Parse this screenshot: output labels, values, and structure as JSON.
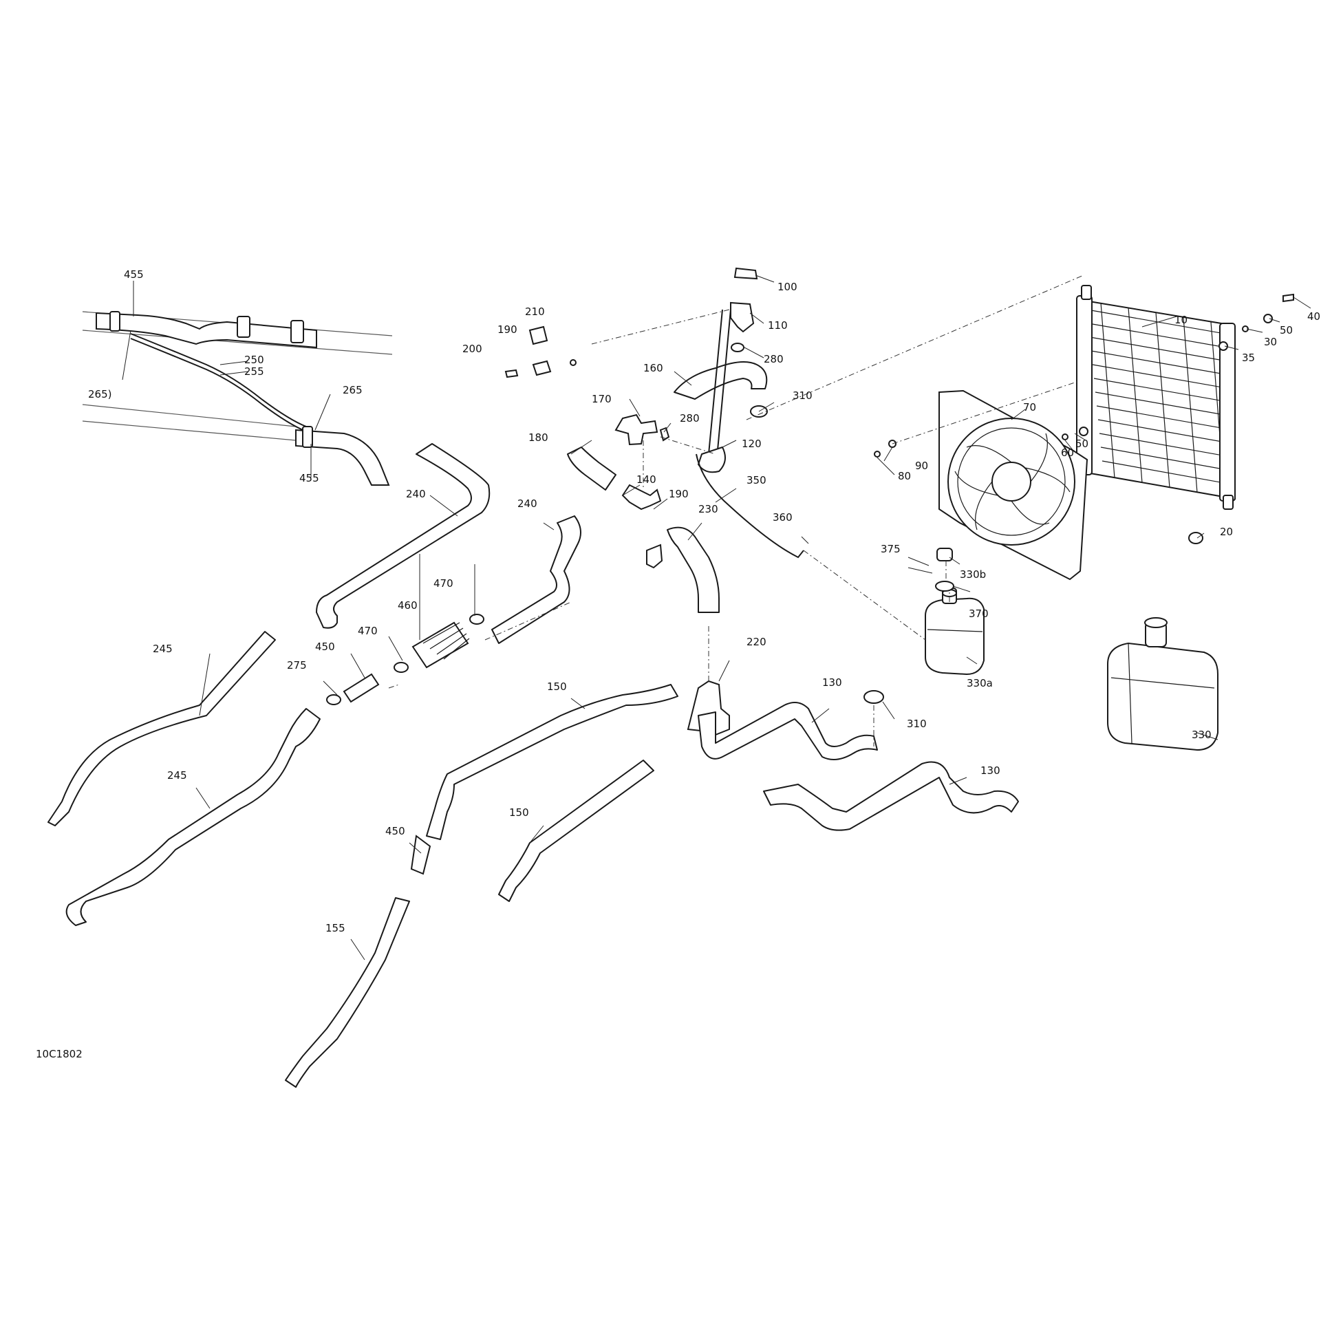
{
  "drawing_id": "10C1802",
  "callouts": [
    {
      "id": "c-455-top",
      "text": "455"
    },
    {
      "id": "c-265-left",
      "text": "265)"
    },
    {
      "id": "c-250",
      "text": "250"
    },
    {
      "id": "c-255",
      "text": "255"
    },
    {
      "id": "c-265-right",
      "text": "265"
    },
    {
      "id": "c-455-bottom",
      "text": "455"
    },
    {
      "id": "c-210",
      "text": "210"
    },
    {
      "id": "c-190-top",
      "text": "190"
    },
    {
      "id": "c-200",
      "text": "200"
    },
    {
      "id": "c-100",
      "text": "100"
    },
    {
      "id": "c-110",
      "text": "110"
    },
    {
      "id": "c-280-top",
      "text": "280"
    },
    {
      "id": "c-160",
      "text": "160"
    },
    {
      "id": "c-310-top",
      "text": "310"
    },
    {
      "id": "c-170",
      "text": "170"
    },
    {
      "id": "c-280-mid",
      "text": "280"
    },
    {
      "id": "c-120",
      "text": "120"
    },
    {
      "id": "c-180",
      "text": "180"
    },
    {
      "id": "c-140",
      "text": "140"
    },
    {
      "id": "c-190-mid",
      "text": "190"
    },
    {
      "id": "c-350",
      "text": "350"
    },
    {
      "id": "c-240-left",
      "text": "240"
    },
    {
      "id": "c-240-mid",
      "text": "240"
    },
    {
      "id": "c-230",
      "text": "230"
    },
    {
      "id": "c-360",
      "text": "360"
    },
    {
      "id": "c-10",
      "text": "10"
    },
    {
      "id": "c-40",
      "text": "40"
    },
    {
      "id": "c-50-top",
      "text": "50"
    },
    {
      "id": "c-30",
      "text": "30"
    },
    {
      "id": "c-35",
      "text": "35"
    },
    {
      "id": "c-70",
      "text": "70"
    },
    {
      "id": "c-50-mid",
      "text": "50"
    },
    {
      "id": "c-60",
      "text": "60"
    },
    {
      "id": "c-90",
      "text": "90"
    },
    {
      "id": "c-80",
      "text": "80"
    },
    {
      "id": "c-20",
      "text": "20"
    },
    {
      "id": "c-375",
      "text": "375"
    },
    {
      "id": "c-330b",
      "text": "330b"
    },
    {
      "id": "c-370",
      "text": "370"
    },
    {
      "id": "c-330a",
      "text": "330a"
    },
    {
      "id": "c-330",
      "text": "330"
    },
    {
      "id": "c-470-top",
      "text": "470"
    },
    {
      "id": "c-460",
      "text": "460"
    },
    {
      "id": "c-470-low",
      "text": "470"
    },
    {
      "id": "c-450-top",
      "text": "450"
    },
    {
      "id": "c-275",
      "text": "275"
    },
    {
      "id": "c-245-top",
      "text": "245"
    },
    {
      "id": "c-245-low",
      "text": "245"
    },
    {
      "id": "c-220",
      "text": "220"
    },
    {
      "id": "c-150-top",
      "text": "150"
    },
    {
      "id": "c-130-top",
      "text": "130"
    },
    {
      "id": "c-310-low",
      "text": "310"
    },
    {
      "id": "c-130-low",
      "text": "130"
    },
    {
      "id": "c-150-low",
      "text": "150"
    },
    {
      "id": "c-450-low",
      "text": "450"
    },
    {
      "id": "c-155",
      "text": "155"
    }
  ]
}
